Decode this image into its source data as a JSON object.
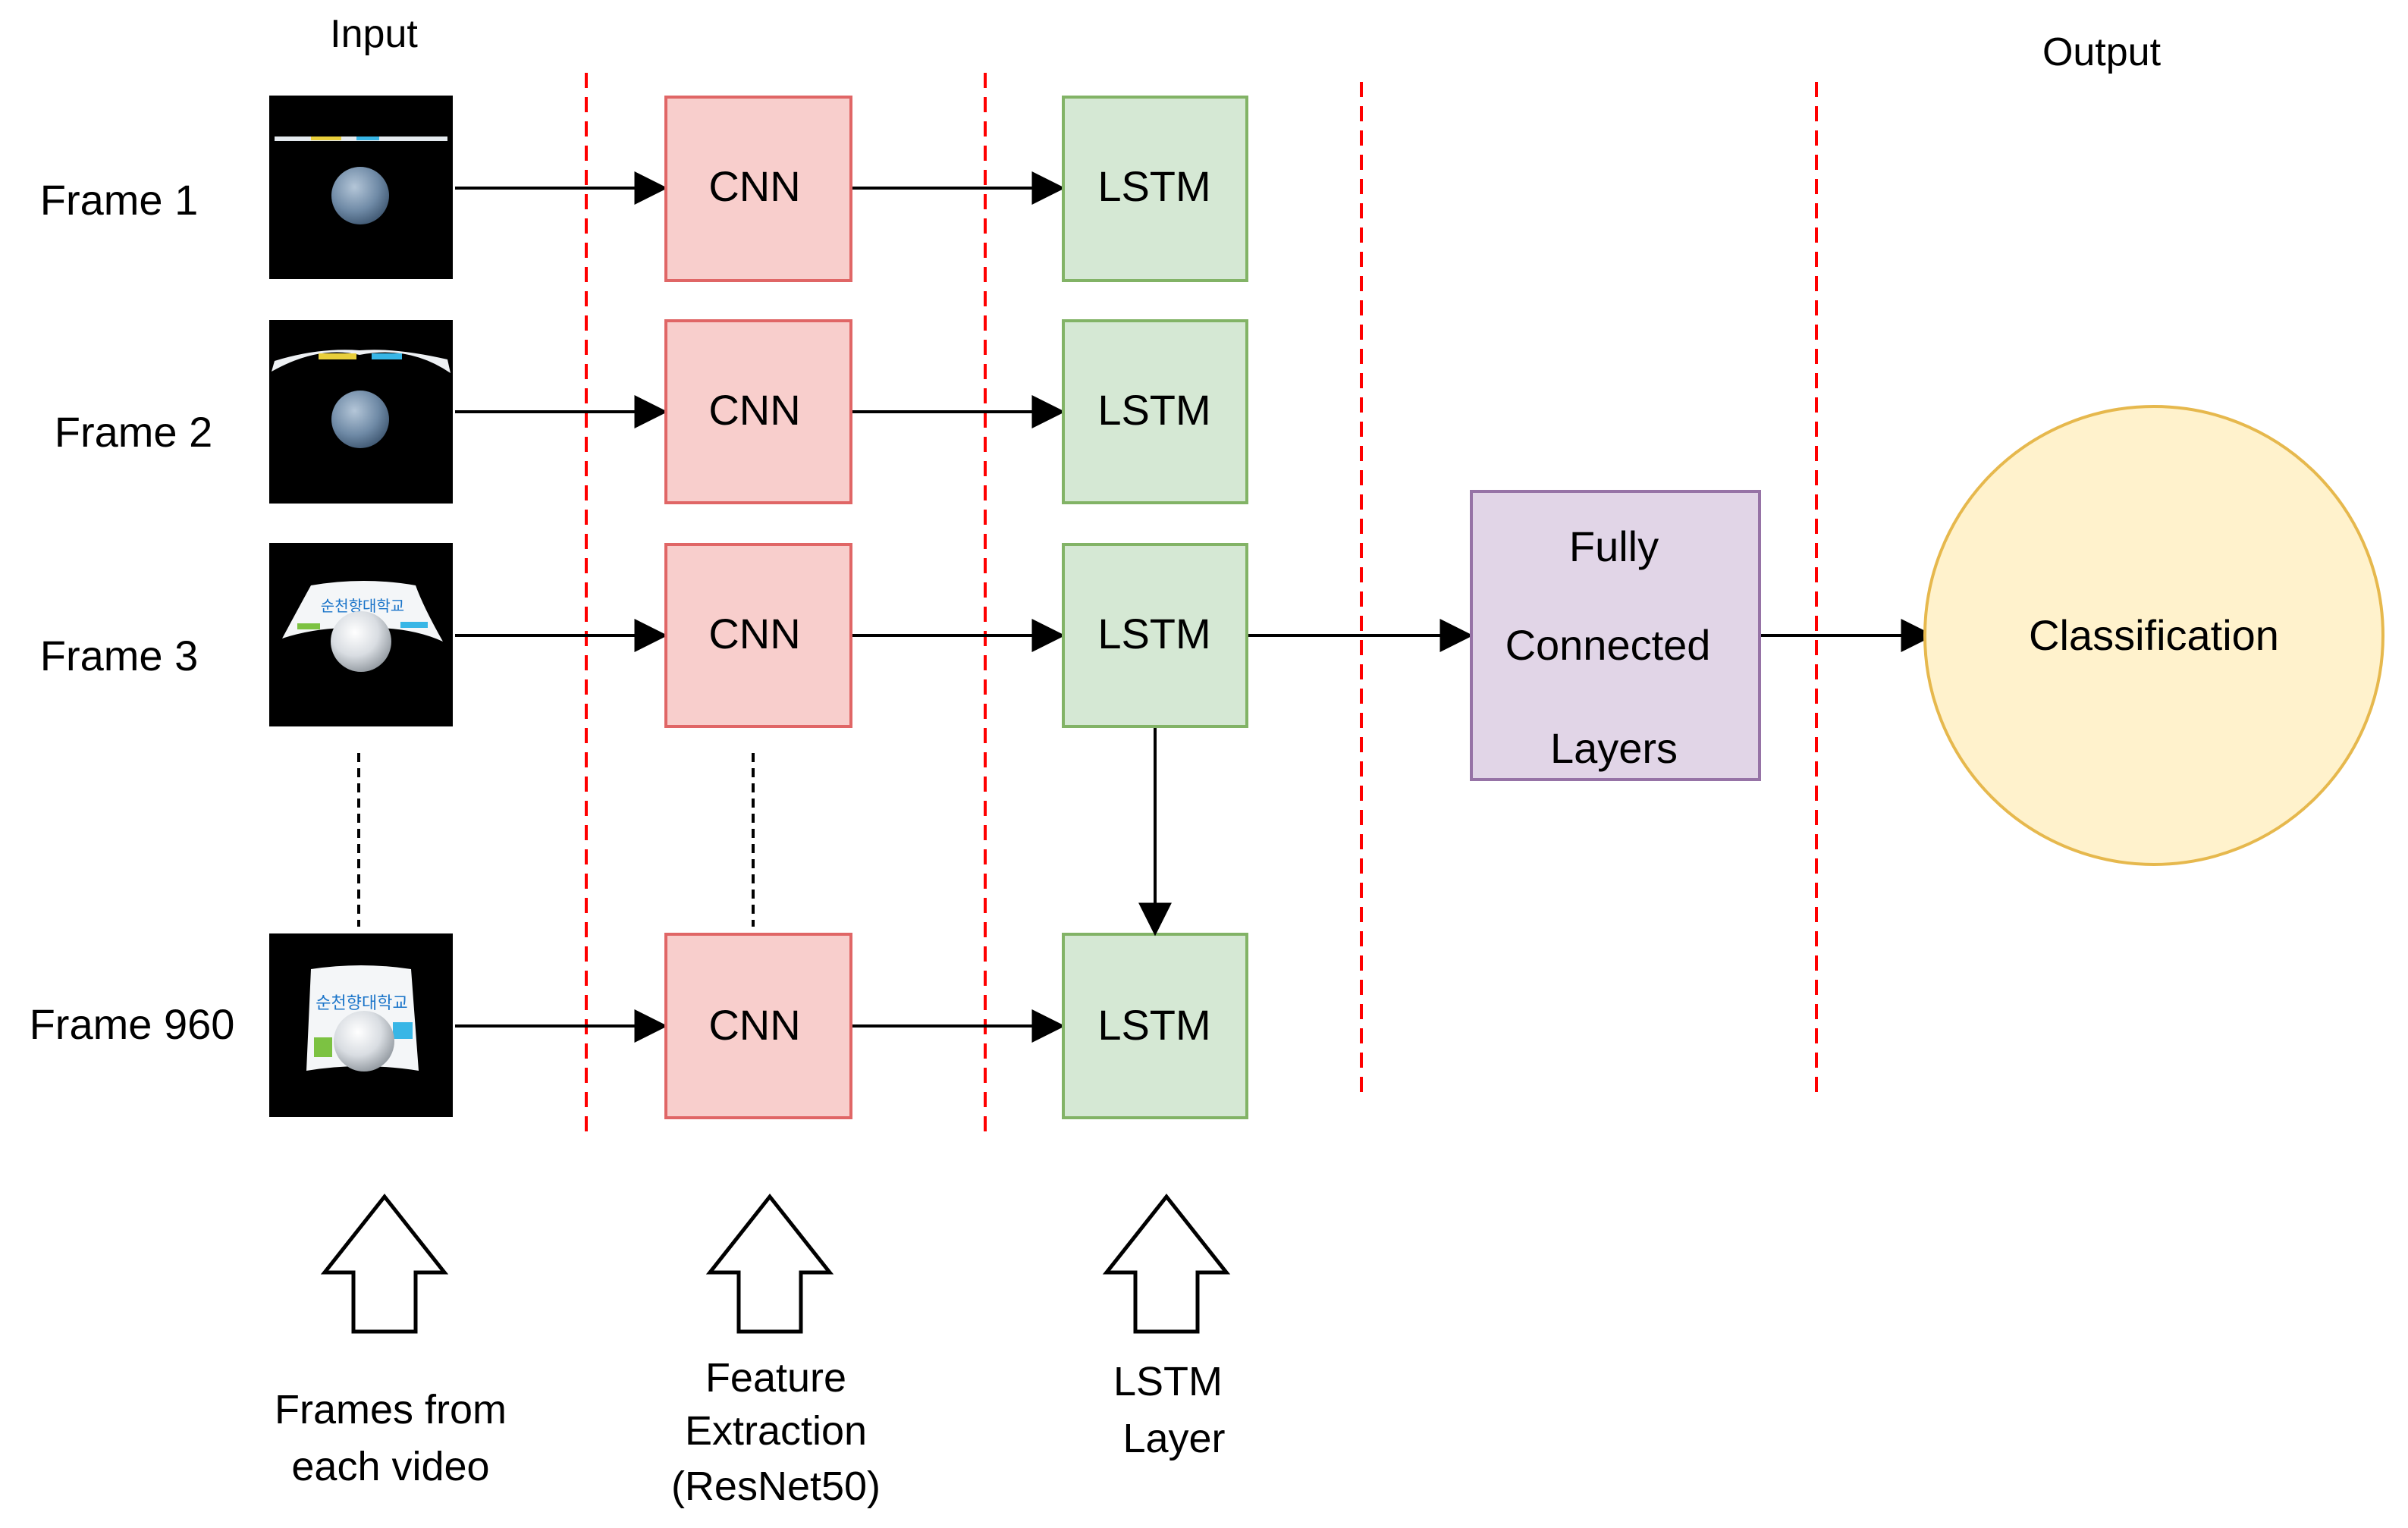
{
  "header": {
    "input_label": "Input",
    "output_label": "Output"
  },
  "frames": [
    {
      "label": "Frame 1"
    },
    {
      "label": "Frame 2"
    },
    {
      "label": "Frame 3"
    },
    {
      "label": "Frame 960"
    }
  ],
  "frame_images": {
    "logo_text": "순천향대학교"
  },
  "cnn_label": "CNN",
  "lstm_label": "LSTM",
  "fc": {
    "line1": "Fully",
    "line2": "Connected",
    "line3": "Layers"
  },
  "classification_label": "Classification",
  "footer": {
    "frames_line1": "Frames from",
    "frames_line2": "each video",
    "feature_line1": "Feature",
    "feature_line2": "Extraction",
    "feature_line3": "(ResNet50)",
    "lstm_line1": "LSTM",
    "lstm_line2": "Layer"
  },
  "colors": {
    "cnn_fill": "#F8CECC",
    "cnn_stroke": "#E06666",
    "lstm_fill": "#D5E8D4",
    "lstm_stroke": "#82B366",
    "fc_fill": "#E1D5E7",
    "fc_stroke": "#9673A6",
    "classification_fill": "#FFF2CC",
    "classification_stroke": "#E6B84D",
    "divider": "#FF0000"
  }
}
